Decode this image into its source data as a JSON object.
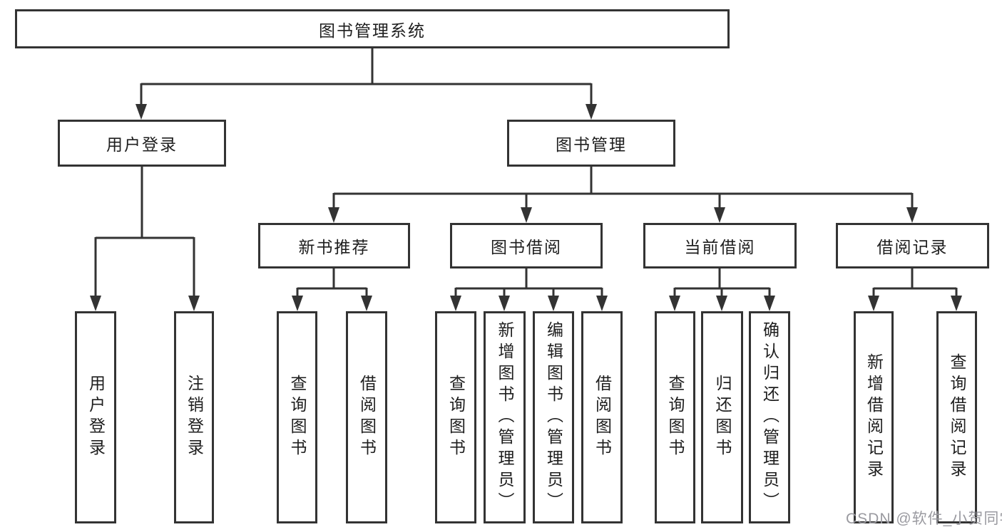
{
  "diagram_type": "hierarchy-tree",
  "colors": {
    "line": "#333333",
    "box_border": "#333333",
    "box_fill": "#ffffff",
    "text": "#1e1e1e",
    "watermark": "#9a9aa0",
    "background": "#ffffff"
  },
  "hierarchy": {
    "label": "图书管理系统",
    "children": [
      {
        "label": "用户登录",
        "children": [
          {
            "label": "用户登录"
          },
          {
            "label": "注销登录"
          }
        ]
      },
      {
        "label": "图书管理",
        "children": [
          {
            "label": "新书推荐",
            "children": [
              {
                "label": "查询图书"
              },
              {
                "label": "借阅图书"
              }
            ]
          },
          {
            "label": "图书借阅",
            "children": [
              {
                "label": "查询图书"
              },
              {
                "label": "新增图书（管理员）"
              },
              {
                "label": "编辑图书（管理员）"
              },
              {
                "label": "借阅图书"
              }
            ]
          },
          {
            "label": "当前借阅",
            "children": [
              {
                "label": "查询图书"
              },
              {
                "label": "归还图书"
              },
              {
                "label": "确认归还（管理员）"
              }
            ]
          },
          {
            "label": "借阅记录",
            "children": [
              {
                "label": "新增借阅记录"
              },
              {
                "label": "查询借阅记录"
              }
            ]
          }
        ]
      }
    ]
  },
  "watermark": {
    "text": "CSDN @软件_小贺同学"
  }
}
